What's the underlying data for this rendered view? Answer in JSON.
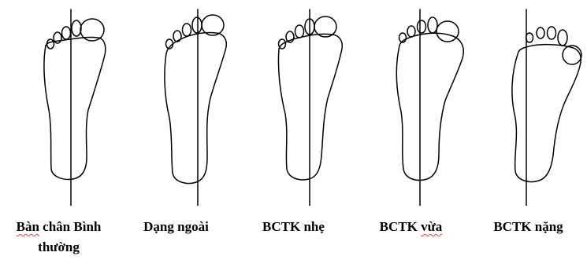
{
  "figure": {
    "panels": [
      {
        "id": "normal",
        "label_parts": [
          {
            "text": "Bàn",
            "squiggle": true
          },
          {
            "text": " chân Bình",
            "squiggle": false
          }
        ],
        "label_line2": "thường",
        "icon": "normal-foot-icon"
      },
      {
        "id": "abducted",
        "label_parts": [
          {
            "text": "Dạng ngoài",
            "squiggle": false
          }
        ],
        "icon": "abducted-foot-icon"
      },
      {
        "id": "mild",
        "label_parts": [
          {
            "text": "BCTK nhẹ",
            "squiggle": false
          }
        ],
        "icon": "mild-metatarsus-adductus-foot-icon"
      },
      {
        "id": "moderate",
        "label_parts": [
          {
            "text": "BCTK ",
            "squiggle": false
          },
          {
            "text": "vừa",
            "squiggle": true
          }
        ],
        "icon": "moderate-metatarsus-adductus-foot-icon"
      },
      {
        "id": "severe",
        "label_parts": [
          {
            "text": "BCTK nặng",
            "squiggle": false
          }
        ],
        "icon": "severe-metatarsus-adductus-foot-icon"
      }
    ]
  },
  "colors": {
    "outline": "#000000",
    "spellcheck_underline": "#d64b4b"
  }
}
